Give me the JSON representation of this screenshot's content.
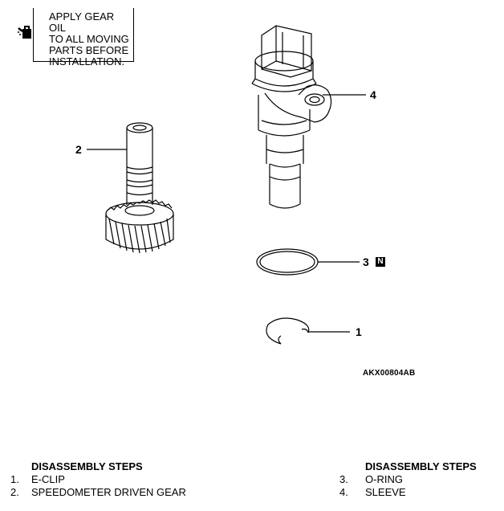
{
  "note": {
    "text": "APPLY GEAR OIL\nTO ALL MOVING\nPARTS BEFORE\nINSTALLATION."
  },
  "callouts": {
    "c1": "1",
    "c2": "2",
    "c3": "3",
    "c4": "4"
  },
  "new_part_badge": "N",
  "ref_code": "AKX00804AB",
  "steps_left": {
    "title": "DISASSEMBLY STEPS",
    "items": [
      {
        "num": "1.",
        "label": "E-CLIP"
      },
      {
        "num": "2.",
        "label": "SPEEDOMETER DRIVEN GEAR"
      }
    ]
  },
  "steps_right": {
    "title": "DISASSEMBLY STEPS",
    "items": [
      {
        "num": "3.",
        "label": "O-RING"
      },
      {
        "num": "4.",
        "label": "SLEEVE"
      }
    ]
  }
}
